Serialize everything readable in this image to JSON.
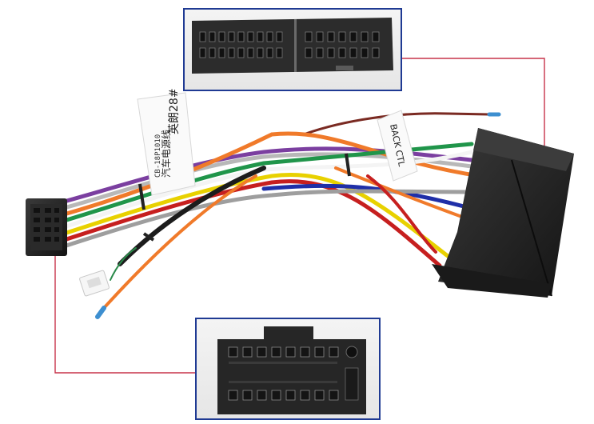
{
  "image": {
    "subject": "car radio wiring harness adapter",
    "background_color": "#ffffff"
  },
  "labels": {
    "main_tag_line1": "英朗28#",
    "main_tag_line2": "汽车电源线",
    "main_tag_code": "CB-18P1010",
    "back_tag": "BACK CTL"
  },
  "insets": {
    "top": {
      "subject": "vehicle-side connector face",
      "border_color": "#1f3a93"
    },
    "bottom": {
      "subject": "16-pin radio-side connector face",
      "border_color": "#1f3a93"
    }
  },
  "callout_line_color": "#c7344a",
  "wire_colors": [
    "#7b3fa0",
    "#aaaaaa",
    "#f07a2a",
    "#20954a",
    "#e8d100",
    "#c61f1f",
    "#1f2fa8",
    "#222222",
    "#ffffff",
    "#8b3a2a"
  ]
}
